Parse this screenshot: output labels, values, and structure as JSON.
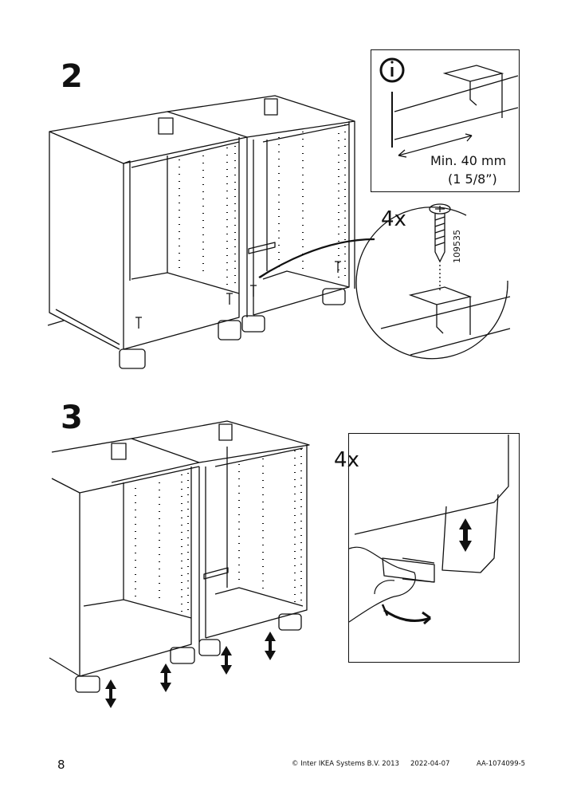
{
  "steps": [
    {
      "number": "2",
      "quantity": "4x"
    },
    {
      "number": "3",
      "quantity": "4x"
    }
  ],
  "info": {
    "icon": "info-icon",
    "min_distance": "Min. 40 mm",
    "min_distance_inch": "(1 5/8”)"
  },
  "part_number": "109535",
  "footer": {
    "page_number": "8",
    "copyright": "© Inter IKEA Systems B.V. 2013",
    "date": "2022-04-07",
    "doc_code": "AA-1074099-5"
  }
}
